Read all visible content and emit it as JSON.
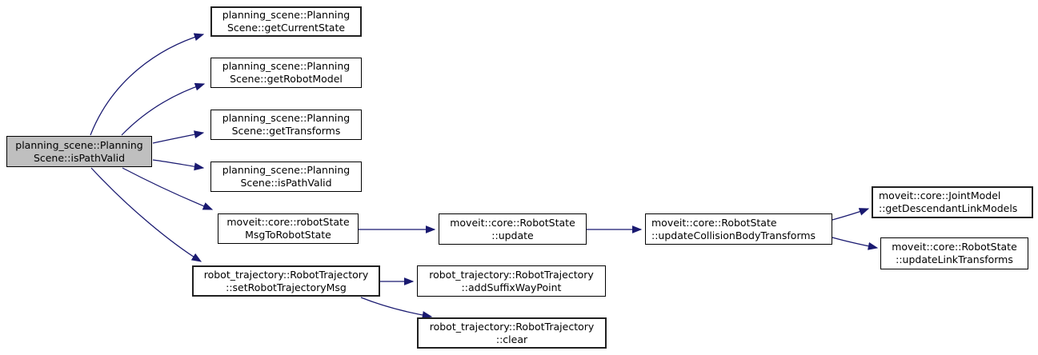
{
  "graph": {
    "kind": "call-graph",
    "colors": {
      "edge": "#191970",
      "root_fill": "#bfbfbf",
      "node_fill": "#ffffff",
      "border": "#000000"
    },
    "nodes": [
      {
        "id": "root",
        "label": "planning_scene::PlanningScene::isPathValid",
        "line1": "planning_scene::Planning",
        "line2": "Scene::isPathValid"
      },
      {
        "id": "getCurrentState",
        "label": "planning_scene::PlanningScene::getCurrentState",
        "line1": "planning_scene::Planning",
        "line2": "Scene::getCurrentState"
      },
      {
        "id": "getRobotModel",
        "label": "planning_scene::PlanningScene::getRobotModel",
        "line1": "planning_scene::Planning",
        "line2": "Scene::getRobotModel"
      },
      {
        "id": "getTransforms",
        "label": "planning_scene::PlanningScene::getTransforms",
        "line1": "planning_scene::Planning",
        "line2": "Scene::getTransforms"
      },
      {
        "id": "isPathValid",
        "label": "planning_scene::PlanningScene::isPathValid",
        "line1": "planning_scene::Planning",
        "line2": "Scene::isPathValid"
      },
      {
        "id": "robotStateMsgToRobotState",
        "label": "moveit::core::robotStateMsgToRobotState",
        "line1": "moveit::core::robotState",
        "line2": "MsgToRobotState"
      },
      {
        "id": "setRobotTrajectoryMsg",
        "label": "robot_trajectory::RobotTrajectory::setRobotTrajectoryMsg",
        "line1": "robot_trajectory::RobotTrajectory",
        "line2": "::setRobotTrajectoryMsg"
      },
      {
        "id": "update",
        "label": "moveit::core::RobotState::update",
        "line1": "moveit::core::RobotState",
        "line2": "::update"
      },
      {
        "id": "addSuffixWayPoint",
        "label": "robot_trajectory::RobotTrajectory::addSuffixWayPoint",
        "line1": "robot_trajectory::RobotTrajectory",
        "line2": "::addSuffixWayPoint"
      },
      {
        "id": "clear",
        "label": "robot_trajectory::RobotTrajectory::clear",
        "line1": "robot_trajectory::RobotTrajectory",
        "line2": "::clear"
      },
      {
        "id": "updateCollisionBodyTransforms",
        "label": "moveit::core::RobotState::updateCollisionBodyTransforms",
        "line1": "moveit::core::RobotState",
        "line2": "::updateCollisionBodyTransforms"
      },
      {
        "id": "getDescendantLinkModels",
        "label": "moveit::core::JointModel::getDescendantLinkModels",
        "line1": "moveit::core::JointModel",
        "line2": "::getDescendantLinkModels"
      },
      {
        "id": "updateLinkTransforms",
        "label": "moveit::core::RobotState::updateLinkTransforms",
        "line1": "moveit::core::RobotState",
        "line2": "::updateLinkTransforms"
      }
    ],
    "edges": [
      {
        "from": "root",
        "to": "getCurrentState"
      },
      {
        "from": "root",
        "to": "getRobotModel"
      },
      {
        "from": "root",
        "to": "getTransforms"
      },
      {
        "from": "root",
        "to": "isPathValid"
      },
      {
        "from": "root",
        "to": "robotStateMsgToRobotState"
      },
      {
        "from": "root",
        "to": "setRobotTrajectoryMsg"
      },
      {
        "from": "robotStateMsgToRobotState",
        "to": "update"
      },
      {
        "from": "update",
        "to": "updateCollisionBodyTransforms"
      },
      {
        "from": "updateCollisionBodyTransforms",
        "to": "getDescendantLinkModels"
      },
      {
        "from": "updateCollisionBodyTransforms",
        "to": "updateLinkTransforms"
      },
      {
        "from": "setRobotTrajectoryMsg",
        "to": "addSuffixWayPoint"
      },
      {
        "from": "setRobotTrajectoryMsg",
        "to": "clear"
      }
    ]
  }
}
